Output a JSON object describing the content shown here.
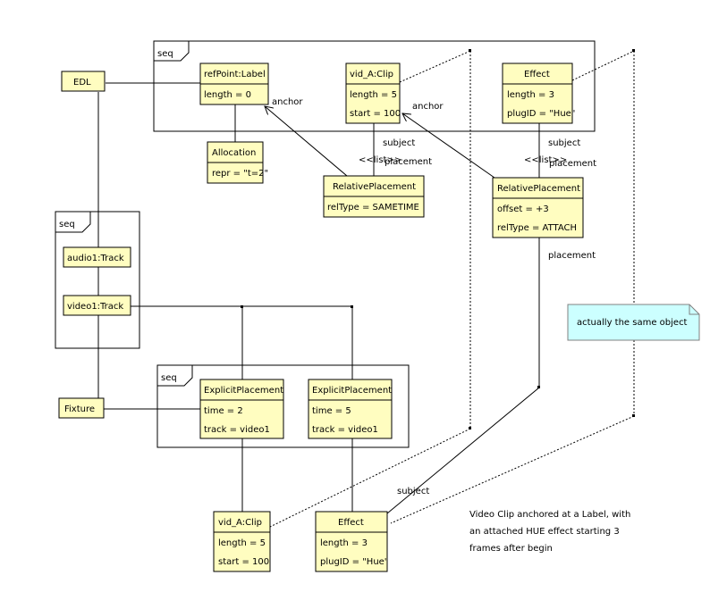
{
  "frames": {
    "top_seq": "seq",
    "track_seq": "seq",
    "placement_seq": "seq"
  },
  "objects": {
    "edl": "EDL",
    "ref_point": {
      "name": "refPoint:Label",
      "length": "length = 0"
    },
    "clip_top": {
      "name": "vid_A:Clip",
      "length": "length = 5",
      "start": "start = 100"
    },
    "effect_top": {
      "name": "Effect",
      "length": "length = 3",
      "plug": "plugID = \"Hue\""
    },
    "allocation": {
      "name": "Allocation",
      "repr": "repr = \"t=2\""
    },
    "rel_placement_1": {
      "name": "RelativePlacement",
      "ref_type": "relType = SAMETIME"
    },
    "rel_placement_2": {
      "name": "RelativePlacement",
      "offset": "offset = +3",
      "ref_type": "relType = ATTACH"
    },
    "audio_track": "audio1:Track",
    "video_track": "video1:Track",
    "fixture": "Fixture",
    "explicit_1": {
      "name": "ExplicitPlacement",
      "time": "time = 2",
      "track": "track = video1"
    },
    "explicit_2": {
      "name": "ExplicitPlacement",
      "time": "time = 5",
      "track": "track = video1"
    },
    "clip_bottom": {
      "name": "vid_A:Clip",
      "length": "length = 5",
      "start": "start = 100"
    },
    "effect_bottom": {
      "name": "Effect",
      "length": "length = 3",
      "plug": "plugID = \"Hue\""
    }
  },
  "labels": {
    "anchor": "anchor",
    "subject": "subject",
    "list": "<<list>>",
    "placement": "placement"
  },
  "note": "actually the same object",
  "caption": [
    "Video Clip anchored at a Label, with",
    "an attached HUE effect starting 3",
    "frames after begin"
  ]
}
